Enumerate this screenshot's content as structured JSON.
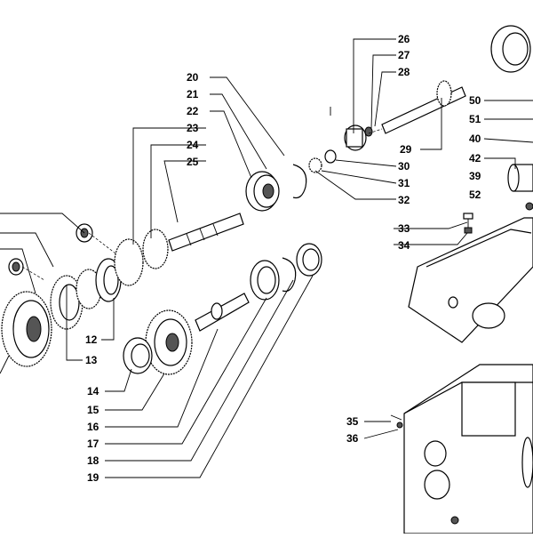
{
  "callouts": {
    "c12": "12",
    "c13": "13",
    "c14": "14",
    "c15": "15",
    "c16": "16",
    "c17": "17",
    "c18": "18",
    "c19": "19",
    "c20": "20",
    "c21": "21",
    "c22": "22",
    "c23": "23",
    "c24": "24",
    "c25": "25",
    "c26": "26",
    "c27": "27",
    "c28": "28",
    "c29": "29",
    "c30": "30",
    "c31": "31",
    "c32": "32",
    "c33": "33",
    "c34": "34",
    "c35": "35",
    "c36": "36",
    "c39": "39",
    "c40": "40",
    "c42": "42",
    "c50": "50",
    "c51": "51",
    "c52": "52"
  }
}
